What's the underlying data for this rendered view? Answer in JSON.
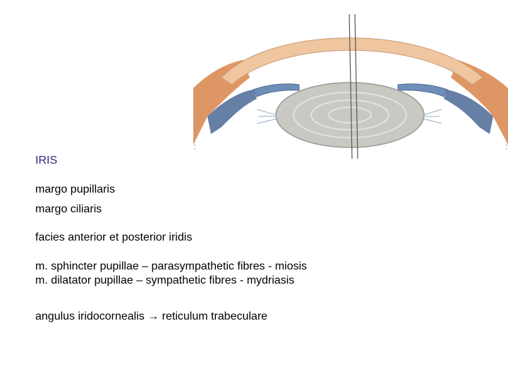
{
  "slide": {
    "heading": "IRIS",
    "lines": [
      "margo pupillaris",
      "margo ciliaris",
      "facies anterior et posterior iridis",
      "m. sphincter pupillae – parasympathetic fibres - miosis",
      "m. dilatator pupillae – sympathetic fibres - mydriasis",
      "angulus iridocornealis → reticulum trabeculare"
    ]
  },
  "colors": {
    "heading": "#2a2a7a",
    "cornea": "#efc6a0",
    "sclera_muscle": "#d9844a",
    "iris": "#6f8fb8",
    "lens": "#c9c9c4"
  }
}
